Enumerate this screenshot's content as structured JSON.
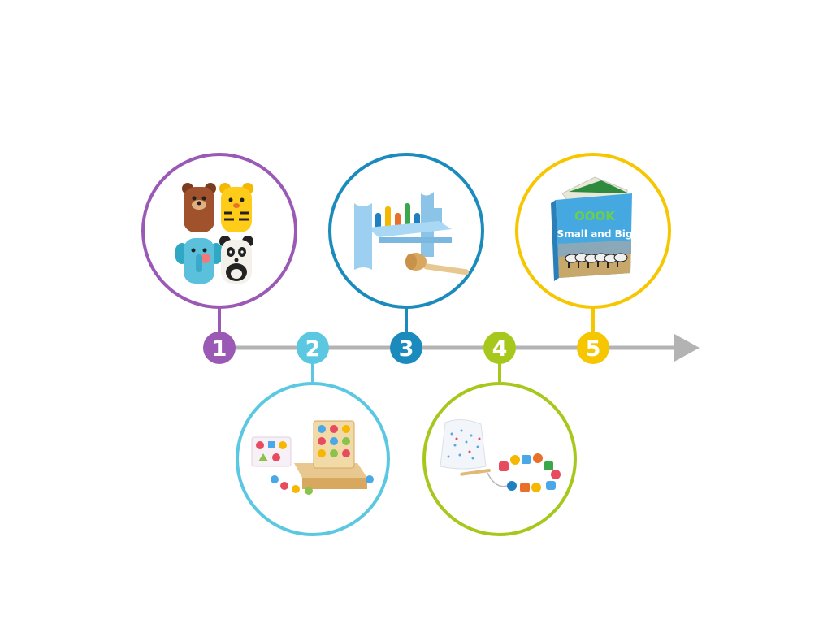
{
  "timeline": {
    "steps": [
      {
        "number": "1",
        "color": "#9b59b6",
        "toy": "wooden-animal-puzzles"
      },
      {
        "number": "2",
        "color": "#5bc8e2",
        "toy": "shape-sorting-pegboard"
      },
      {
        "number": "3",
        "color": "#1b8bbd",
        "toy": "pound-a-peg-bench"
      },
      {
        "number": "4",
        "color": "#a6c81c",
        "toy": "lacing-beads"
      },
      {
        "number": "5",
        "color": "#f6c600",
        "toy": "board-book"
      }
    ],
    "axis_color": "#b3b3b3"
  },
  "book": {
    "brand": "OOOK",
    "title": "Small and Big"
  }
}
